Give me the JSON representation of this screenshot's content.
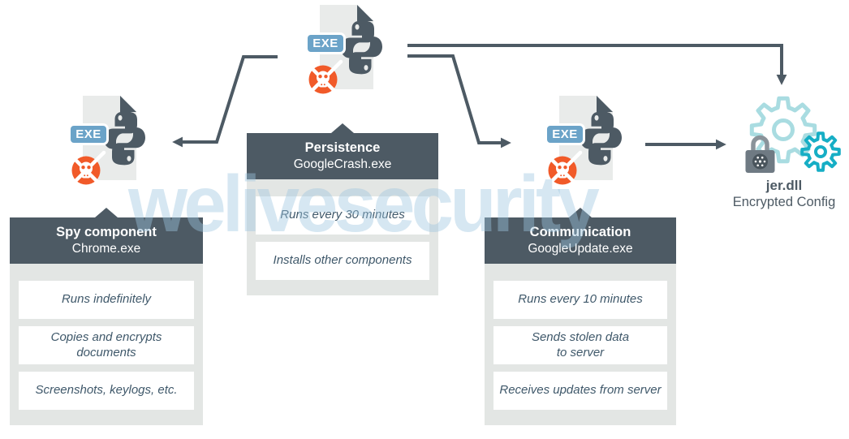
{
  "watermark": {
    "text": "welivesecurity"
  },
  "exe_badge_label": "EXE",
  "panels": {
    "persistence": {
      "title": "Persistence",
      "subtitle": "GoogleCrash.exe",
      "items": [
        "Runs every 30 minutes",
        "Installs other components"
      ]
    },
    "spy": {
      "title": "Spy component",
      "subtitle": "Chrome.exe",
      "items": [
        "Runs indefinitely",
        "Copies and encrypts\ndocuments",
        "Screenshots, keylogs, etc."
      ]
    },
    "communication": {
      "title": "Communication",
      "subtitle": "GoogleUpdate.exe",
      "items": [
        "Runs every 10 minutes",
        "Sends stolen data\nto server",
        "Receives updates from server"
      ]
    }
  },
  "config_node": {
    "title": "jer.dll",
    "subtitle": "Encrypted Config"
  },
  "colors": {
    "slate": "#4d5a64",
    "orange": "#f15a29",
    "badge_blue": "#6ba3c8",
    "doc_gray": "#e9ebea",
    "panel_gray": "#e3e6e4",
    "item_text": "#3f586a",
    "teal_light": "#a9dce1",
    "teal_dark": "#16aec5",
    "lock_gray": "#6f7a83",
    "watermark_blue": "#9dc5e1"
  }
}
